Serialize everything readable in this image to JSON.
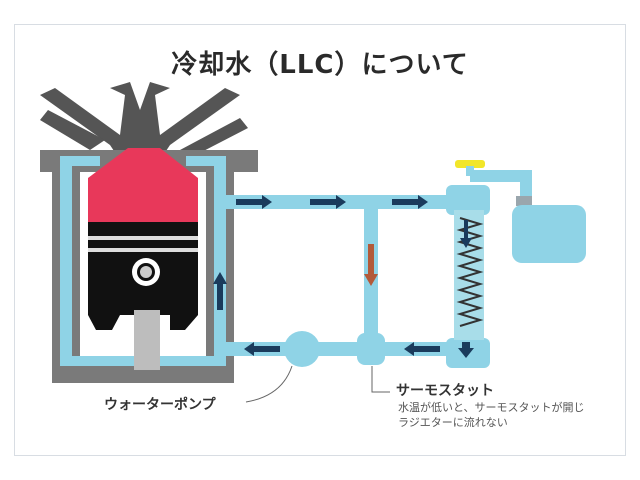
{
  "title": "冷却水（LLC）について",
  "labels": {
    "water_pump": "ウォーターポンプ",
    "thermostat": "サーモスタット",
    "thermostat_note_line1": "水温が低いと、サーモスタットが開じ",
    "thermostat_note_line2": "ラジエターに流れない"
  },
  "colors": {
    "coolant": "#8fd3e6",
    "coolant_dark": "#6bbfd8",
    "combustion": "#e8385a",
    "block": "#7a7a7a",
    "arrow": "#1a3b5c",
    "arrow_warm": "#b35a3a",
    "cap": "#f2e62a"
  }
}
